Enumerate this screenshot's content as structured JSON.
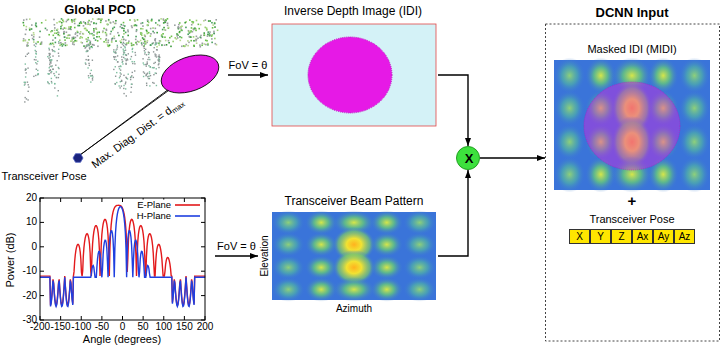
{
  "diagram": {
    "nodes": [
      {
        "text": [
          "Global PCD"
        ]
      },
      {
        "text": [
          "Inverse Depth Image (IDI)"
        ]
      },
      {
        "text": [
          "Power (dB)",
          "Angle (degrees)"
        ]
      },
      {
        "text": [
          "Transceiver Beam Pattern",
          "Elevation",
          "Azimuth"
        ]
      },
      {
        "text": [
          "X"
        ]
      },
      {
        "text": [
          "DCNN Input"
        ]
      },
      {
        "text": [
          "Masked IDI (MIDI)"
        ],
        "in": 5
      },
      {
        "text": [
          "Transceiver Pose"
        ],
        "in": 5
      },
      {
        "text": [
          "X"
        ],
        "in": 7
      },
      {
        "text": [
          "Y"
        ],
        "in": 7
      },
      {
        "text": [
          "Z"
        ],
        "in": 7
      },
      {
        "text": [
          "Ax"
        ],
        "in": 7
      },
      {
        "text": [
          "Ay"
        ],
        "in": 7
      },
      {
        "text": [
          "Az"
        ],
        "in": 7
      }
    ],
    "edges": [
      {
        "from": 0,
        "to": 1,
        "arrow": "to",
        "label": "FoV = θ"
      },
      {
        "from": 2,
        "to": 3,
        "arrow": "to",
        "label": "FoV = θ"
      },
      {
        "from": 1,
        "to": 4,
        "arrow": "to"
      },
      {
        "from": 3,
        "to": 4,
        "arrow": "to"
      },
      {
        "from": 4,
        "to": 5,
        "arrow": "to"
      }
    ],
    "labels": [
      "Transceiver Pose",
      "Max. Diag. Dist. = d",
      "max",
      "20",
      "10",
      "0",
      "-10",
      "-20",
      "-30",
      "-200",
      "-150",
      "-100",
      "-50",
      "0",
      "50",
      "100",
      "150",
      "200",
      "+"
    ],
    "legend": [
      {
        "text": "E-Plane"
      },
      {
        "text": "H-Plane"
      }
    ]
  }
}
